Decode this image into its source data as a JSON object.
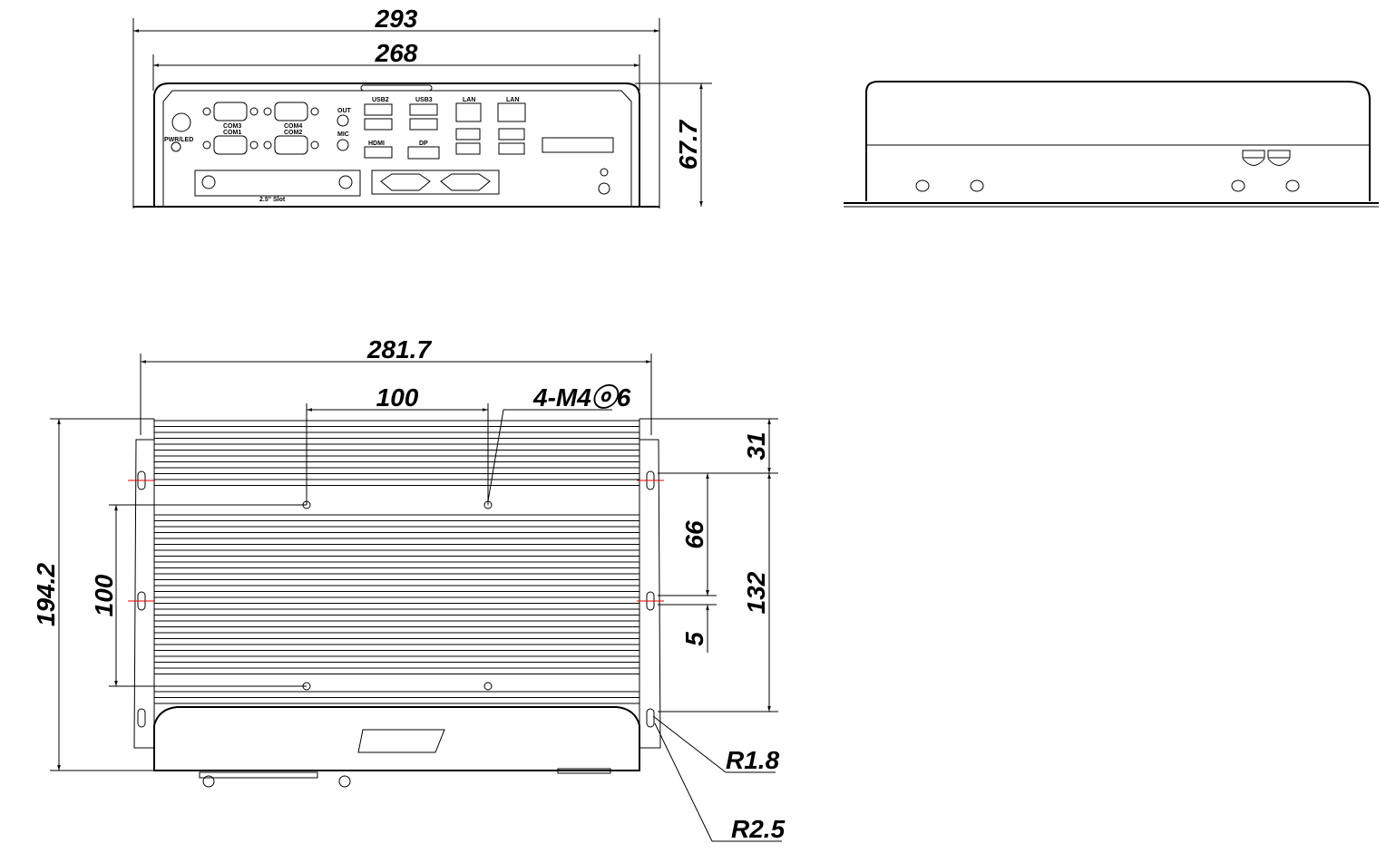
{
  "front_view": {
    "dimensions": {
      "overall_width": "293",
      "panel_width": "268",
      "height": "67.7"
    },
    "labels": {
      "pwr_led": "PWR/LED",
      "out": "OUT",
      "mic": "MIC",
      "hdmi": "HDMI",
      "dp": "DP",
      "lan1": "LAN",
      "lan2": "LAN",
      "com3": "COM3",
      "com4": "COM4",
      "com1": "COM1",
      "com2": "COM2",
      "usb2": "USB2",
      "usb3": "USB3",
      "slot": "2.5\" Slot"
    }
  },
  "bottom_view": {
    "dimensions": {
      "overall_width": "281.7",
      "hole_spacing_x": "100",
      "screw_spec": "4-M4ⓞ6",
      "overall_depth": "194.2",
      "hole_spacing_y": "100",
      "top_offset": "31",
      "slot_pitch": "66",
      "slot_span": "132",
      "slot_length": "5",
      "radius_small": "R1.8",
      "radius_large": "R2.5"
    }
  },
  "colors": {
    "line": "#000000",
    "centerline": "#e00000"
  }
}
